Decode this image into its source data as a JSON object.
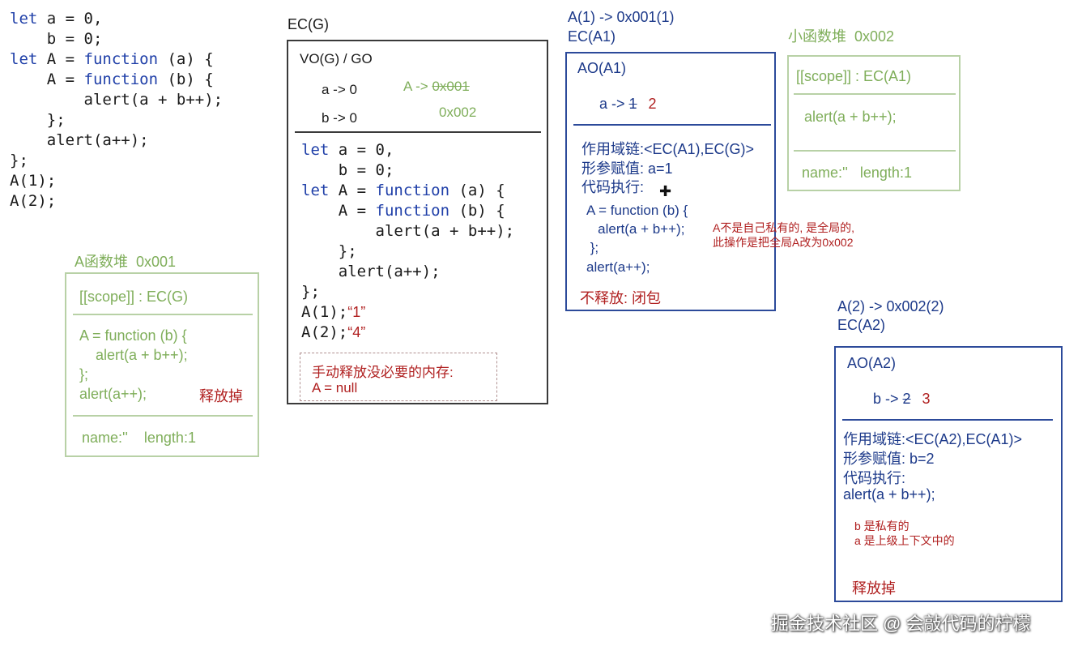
{
  "code_main": {
    "l1_kw": "let",
    "l1_rest": " a = 0,",
    "l2_rest": "    b = 0;",
    "l3_kw": "let",
    "l3_mid": " A = ",
    "l3_kw2": "function",
    "l3_rest": " (a) {",
    "l4_mid": "    A = ",
    "l4_kw2": "function",
    "l4_rest": " (b) {",
    "l5": "        alert(a + b++);",
    "l6": "    };",
    "l7": "    alert(a++);",
    "l8": "};",
    "l9": "A(1);",
    "l10": "A(2);"
  },
  "heap_a": {
    "title": "A函数堆  0x001",
    "scope": "[[scope]] : EC(G)",
    "code1": "A = function (b) {",
    "code2": "    alert(a + b++);",
    "code3": "};",
    "code4": "alert(a++);",
    "release": "释放掉",
    "meta": "name:''    length:1"
  },
  "ecg": {
    "title": "EC(G)",
    "vo": "VO(G) / GO",
    "a": "a -> 0",
    "b": "b -> 0",
    "A_prefix": "A -> ",
    "A_old": "0x001",
    "A_new": "0x002",
    "c1_kw": "let",
    "c1_rest": " a = 0,",
    "c2_rest": "    b = 0;",
    "c3_kw": "let",
    "c3_mid": " A = ",
    "c3_kw2": "function",
    "c3_rest": " (a) {",
    "c4_mid": "    A = ",
    "c4_kw2": "function",
    "c4_rest": " (b) {",
    "c5": "        alert(a + b++);",
    "c6": "    };",
    "c7": "    alert(a++);",
    "c8": "};",
    "c9": "A(1);",
    "c9_note": "“1”",
    "c10": "A(2);",
    "c10_note": "“4”",
    "note1": "手动释放没必要的内存:",
    "note2": "A = null"
  },
  "eca1": {
    "head1": "A(1) -> 0x001(1)",
    "head2": "EC(A1)",
    "ao": "AO(A1)",
    "a_label": "a -> ",
    "a_old": "1",
    "a_new": "2",
    "chain": "作用域链:<EC(A1),EC(G)>",
    "param": "形参赋值: a=1",
    "exec": "代码执行:",
    "f1": "A = function (b) {",
    "f2": "   alert(a + b++);",
    "f3": " };",
    "f4": "alert(a++);",
    "closure": "不释放: 闭包",
    "note1": "A不是自己私有的, 是全局的,",
    "note2": "此操作是把全局A改为0x002"
  },
  "heap_b": {
    "title": "小函数堆  0x002",
    "scope": "[[scope]] : EC(A1)",
    "code": "alert(a + b++);",
    "meta": "name:''   length:1"
  },
  "eca2": {
    "head1": "A(2) -> 0x002(2)",
    "head2": "EC(A2)",
    "ao": "AO(A2)",
    "b_label": "b -> ",
    "b_old": "2",
    "b_new": "3",
    "chain": "作用域链:<EC(A2),EC(A1)>",
    "param": "形参赋值: b=2",
    "exec": "代码执行:",
    "code": "alert(a + b++);",
    "note1": "b 是私有的",
    "note2": "a 是上级上下文中的",
    "release": "释放掉"
  },
  "watermark": "掘金技术社区 @ 会敲代码的柠檬",
  "colors": {
    "navy": "#1d3a8a",
    "green": "#7fae5a",
    "red": "#b02020",
    "keyword": "#1f3fa8"
  }
}
